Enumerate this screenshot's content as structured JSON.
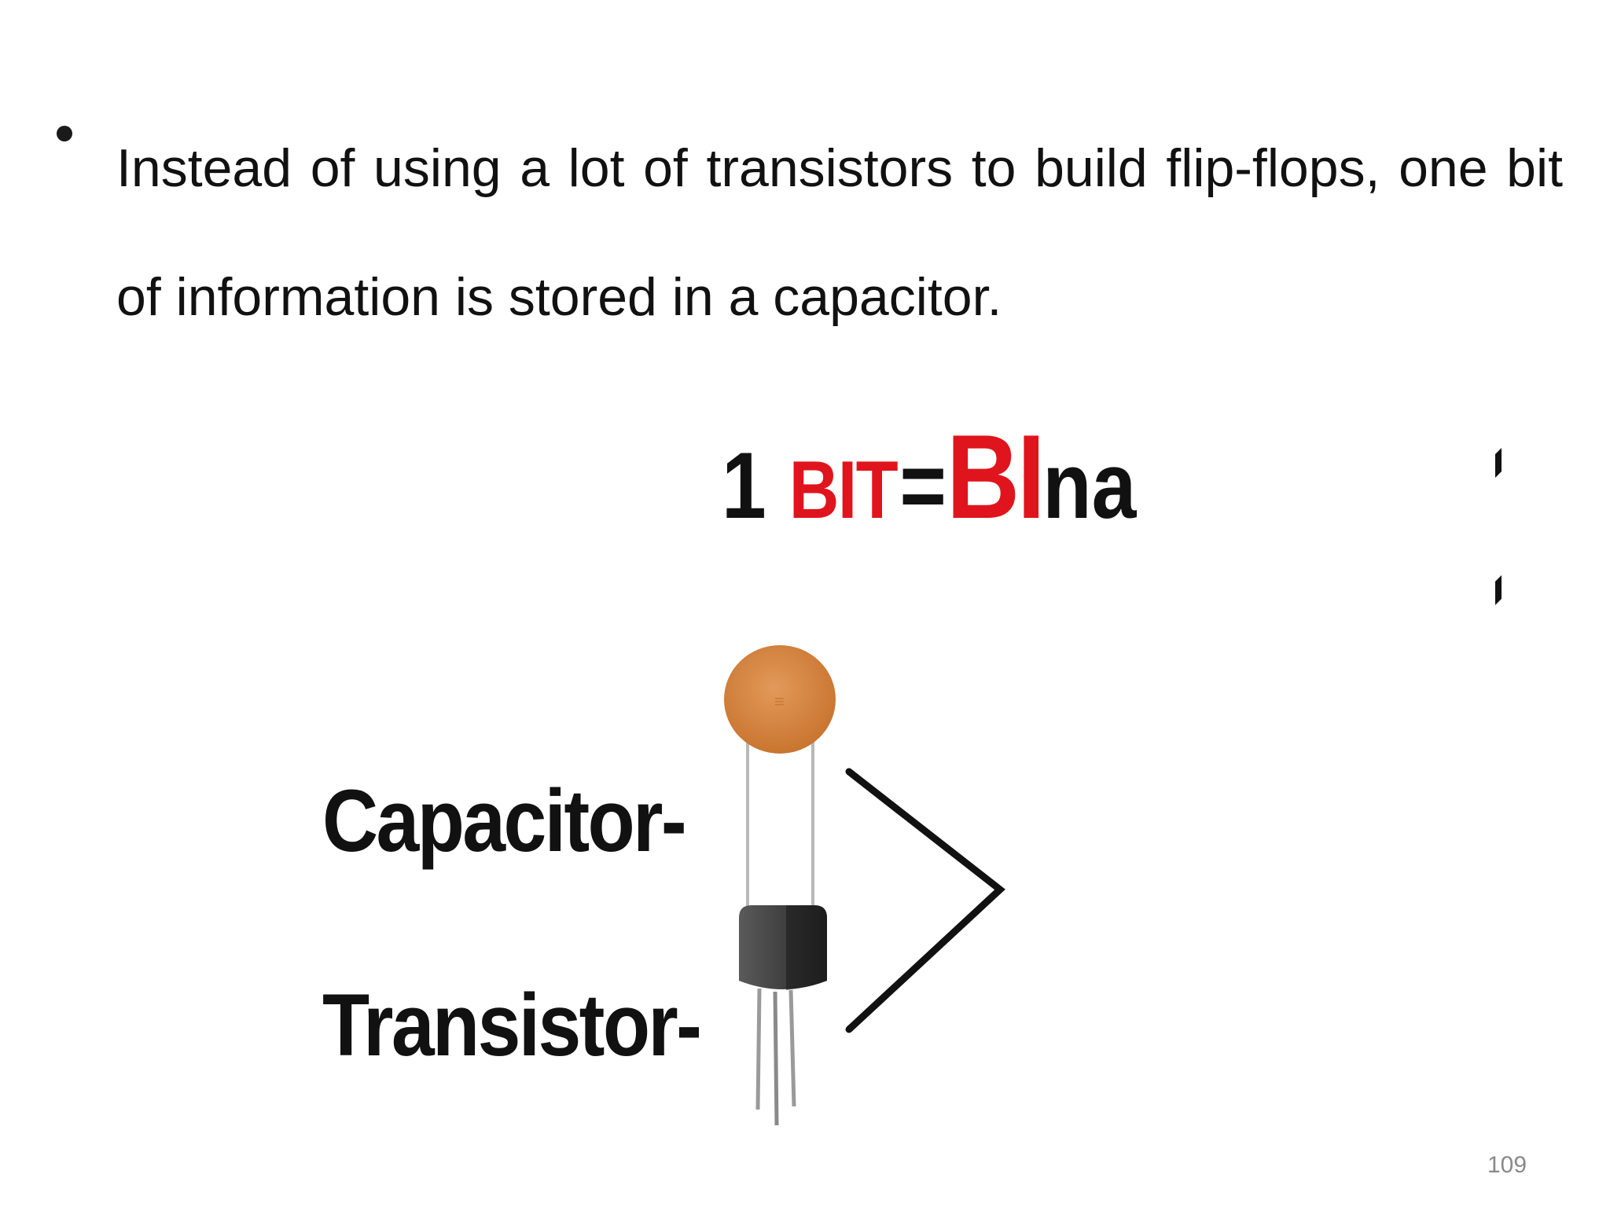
{
  "slide": {
    "bullet_text": "Instead of using a lot of transistors to build flip-flops, one bit of information is stored in a capacitor.",
    "page_number": "109"
  },
  "figure": {
    "capacitor_label": "Capacitor-",
    "transistor_label": "Transistor-",
    "formula": {
      "one": "1",
      "bit": "BIT",
      "equals": "=",
      "bi": "BI",
      "na": "na"
    },
    "colors": {
      "capacitor_body": "#d7843f",
      "transistor_body": "#3a3a3a",
      "accent_red": "#e0141d",
      "text_dark": "#111111"
    }
  }
}
